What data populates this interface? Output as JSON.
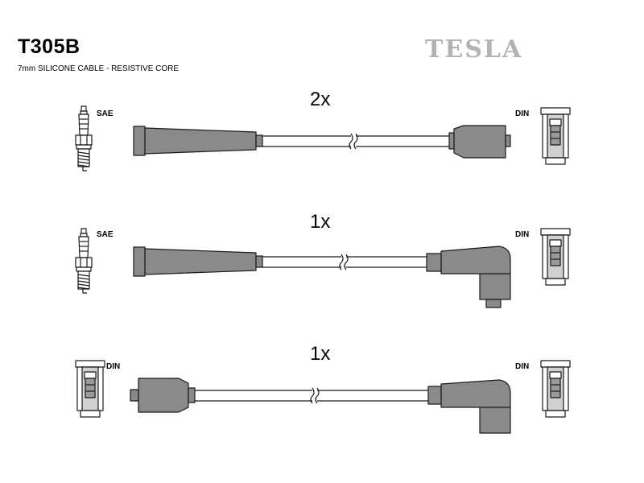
{
  "header": {
    "part_code": "T305B",
    "subtitle": "7mm SILICONE CABLE - RESISTIVE CORE",
    "brand": "TESLA"
  },
  "cables": [
    {
      "quantity": "2x",
      "left_end": "SAE",
      "right_end": "DIN"
    },
    {
      "quantity": "1x",
      "left_end": "SAE",
      "right_end": "DIN"
    },
    {
      "quantity": "1x",
      "left_end": "DIN",
      "right_end": "DIN"
    }
  ],
  "colors": {
    "line": "#1a1a1a",
    "boot_fill": "#8a8a8a",
    "brand": "#b3b3b3"
  }
}
